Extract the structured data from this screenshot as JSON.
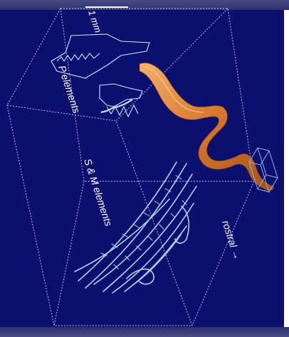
{
  "figure": {
    "scale_label": "1 mm",
    "p_label": "P elements",
    "sm_label": "S & M elements",
    "direction_label": "rostral →"
  },
  "colors": {
    "background": "#0d0f6e",
    "outline": "#d6e2ff",
    "elements": "#a9d7f2",
    "animal": "#e0863a"
  }
}
